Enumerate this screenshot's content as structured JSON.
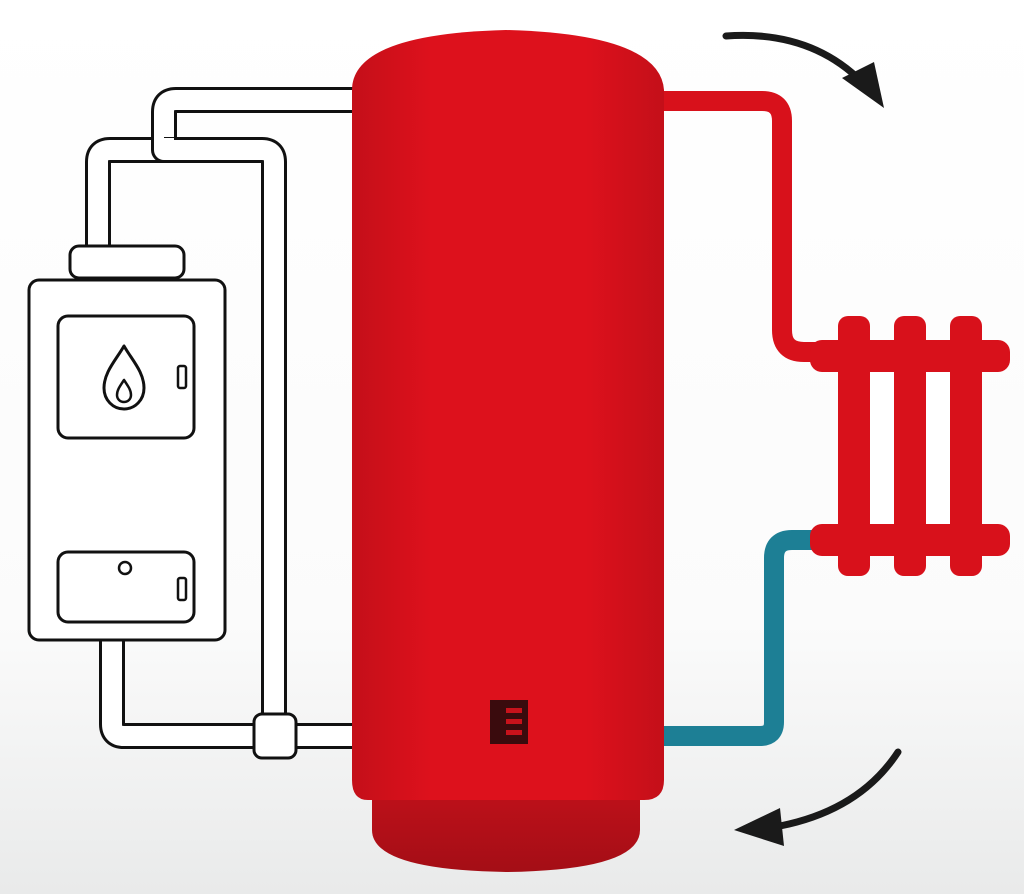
{
  "diagram": {
    "components": [
      {
        "id": "boiler",
        "icon": "flame-icon"
      },
      {
        "id": "buffer-tank",
        "badge": "tank-logo-icon"
      },
      {
        "id": "radiator"
      },
      {
        "id": "pump"
      }
    ],
    "circuits": [
      {
        "id": "boiler-loop",
        "color": "#ffffff",
        "outline": "#111111"
      },
      {
        "id": "hot-supply",
        "color": "#d8111b"
      },
      {
        "id": "cold-return",
        "color": "#1d7f95"
      }
    ],
    "flow_arrows": [
      {
        "id": "flow-arrow-top",
        "direction": "clockwise"
      },
      {
        "id": "flow-arrow-bottom",
        "direction": "clockwise"
      }
    ]
  },
  "colors": {
    "tank": "#d6121c",
    "tank_shade": "#a90f17",
    "hot_pipe": "#d8111b",
    "cold_pipe": "#1d7f95",
    "outline": "#111111",
    "background": "#ffffff"
  }
}
